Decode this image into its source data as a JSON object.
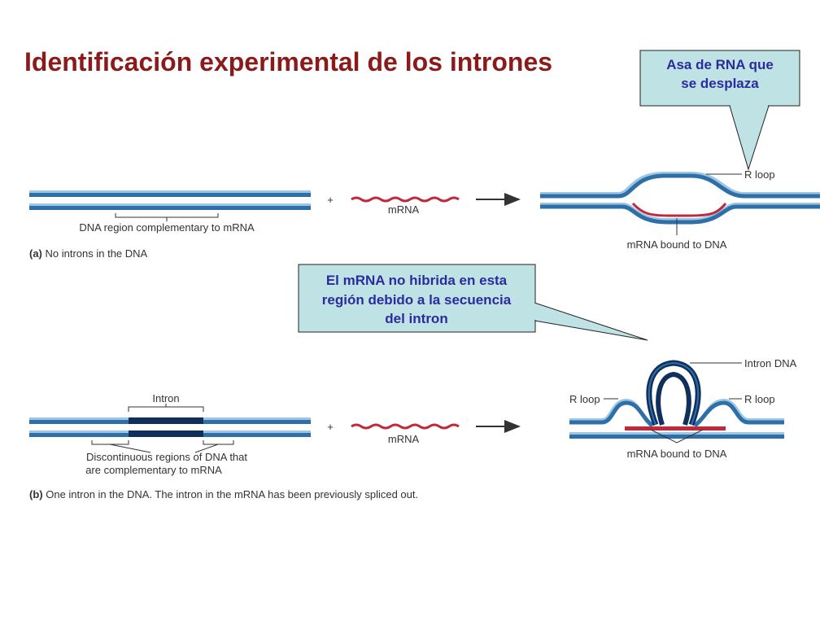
{
  "title": "Identificación experimental de los intrones",
  "callout_top": {
    "line1": "Asa de RNA que",
    "line2": "se desplaza"
  },
  "callout_mid": {
    "line1": "El mRNA no hibrida en esta",
    "line2": "región debido a la secuencia",
    "line3": "del intron"
  },
  "panel_a": {
    "region_label": "DNA region complementary to mRNA",
    "plus": "+",
    "mrna_label": "mRNA",
    "r_loop_label": "R loop",
    "bound_label": "mRNA bound to DNA",
    "caption_tag": "(a)",
    "caption_text": " No introns in the DNA"
  },
  "panel_b": {
    "intron_label": "Intron",
    "disc_line1": "Discontinuous regions of DNA that",
    "disc_line2": "are complementary to mRNA",
    "plus": "+",
    "mrna_label": "mRNA",
    "intron_dna_label": "Intron DNA",
    "r_loop_left": "R loop",
    "r_loop_right": "R loop",
    "bound_label": "mRNA bound to DNA",
    "caption_tag": "(b)",
    "caption_text": " One intron in the DNA. The intron in the mRNA has been previously spliced out."
  },
  "colors": {
    "title": "#8b1a1a",
    "dna": "#2f6fa8",
    "dna_light": "#9cc6e6",
    "intron": "#0f2f5c",
    "mrna": "#c0283c",
    "callout_fill": "#bfe3e4",
    "callout_text": "#2b2b9e"
  }
}
